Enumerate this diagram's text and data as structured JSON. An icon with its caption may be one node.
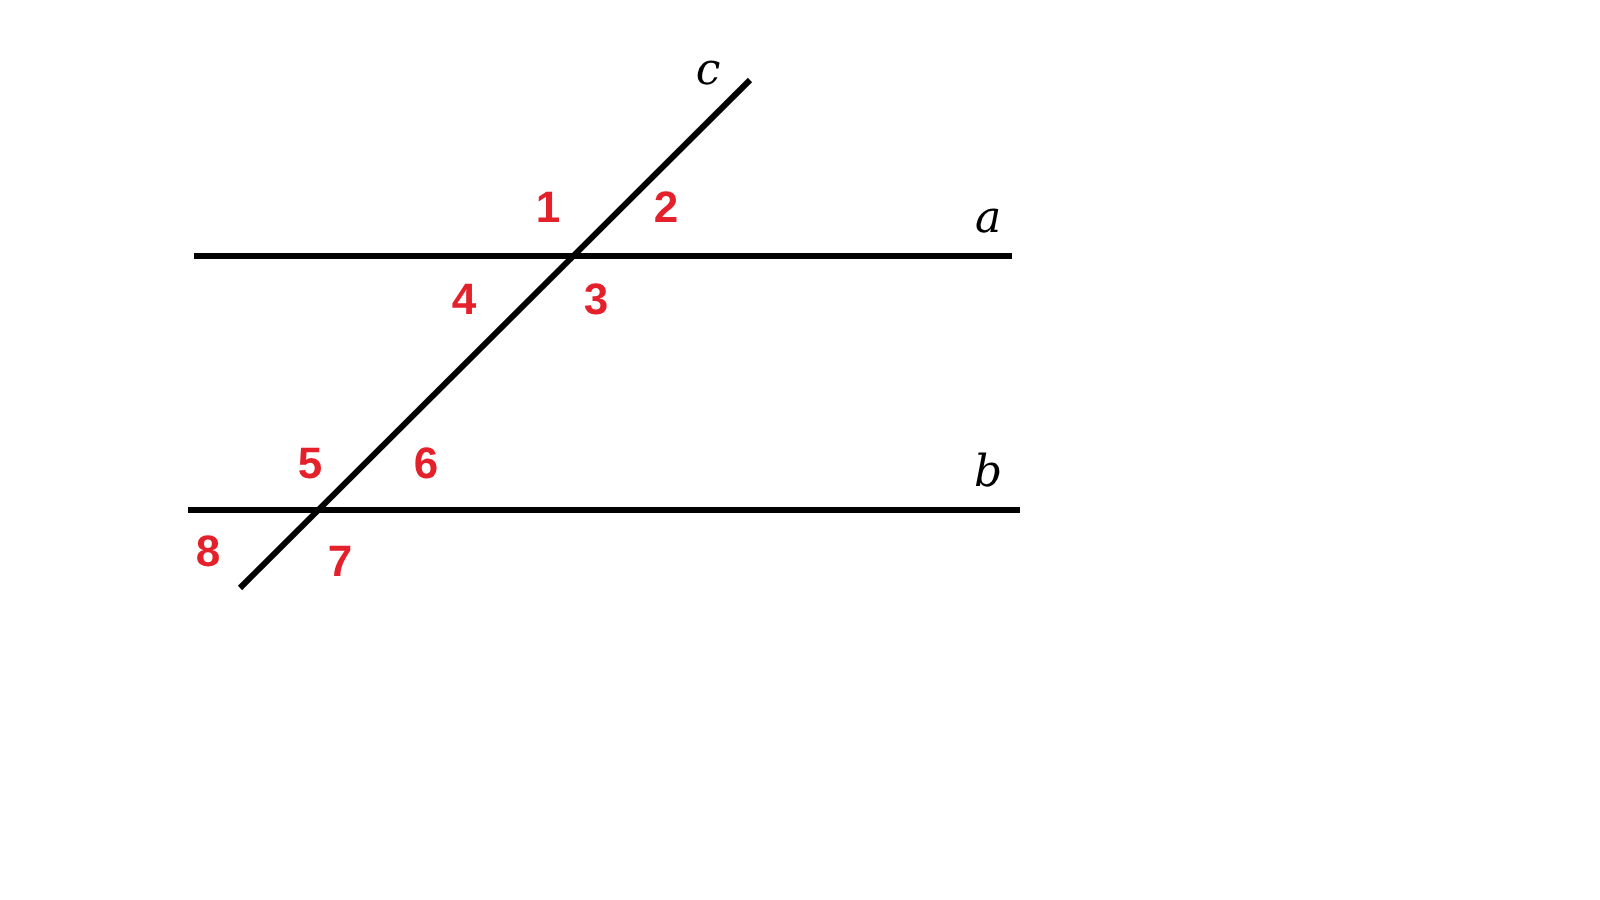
{
  "diagram": {
    "labels": [
      "c",
      "1",
      "2",
      "a",
      "4",
      "3",
      "5",
      "6",
      "b",
      "8",
      "7"
    ]
  }
}
